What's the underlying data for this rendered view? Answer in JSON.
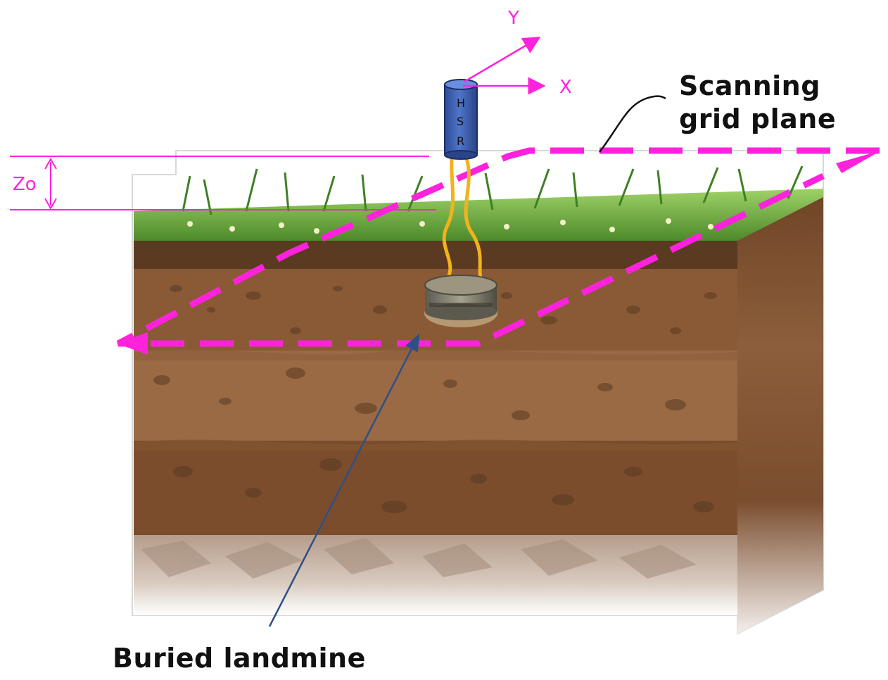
{
  "labels": {
    "axis_y": "Y",
    "axis_x": "X",
    "height_offset": "Zo",
    "sensor_line1": "H",
    "sensor_line2": "S",
    "sensor_line3": "R",
    "scanning_line1": "Scanning",
    "scanning_line2": "grid plane",
    "buried_target": "Buried landmine"
  },
  "colors": {
    "annotation_magenta": "#ff22dd",
    "sensor_body": "#3f63b8",
    "cable": "#f2b21c",
    "grass": "#6da83a",
    "topsoil": "#5a3a20",
    "subsoil_light": "#8a5a36",
    "subsoil_mid": "#9a6a44",
    "subsoil_deep": "#74472a",
    "rock": "#c8b4a4",
    "pointer_blue": "#2f4f88"
  }
}
